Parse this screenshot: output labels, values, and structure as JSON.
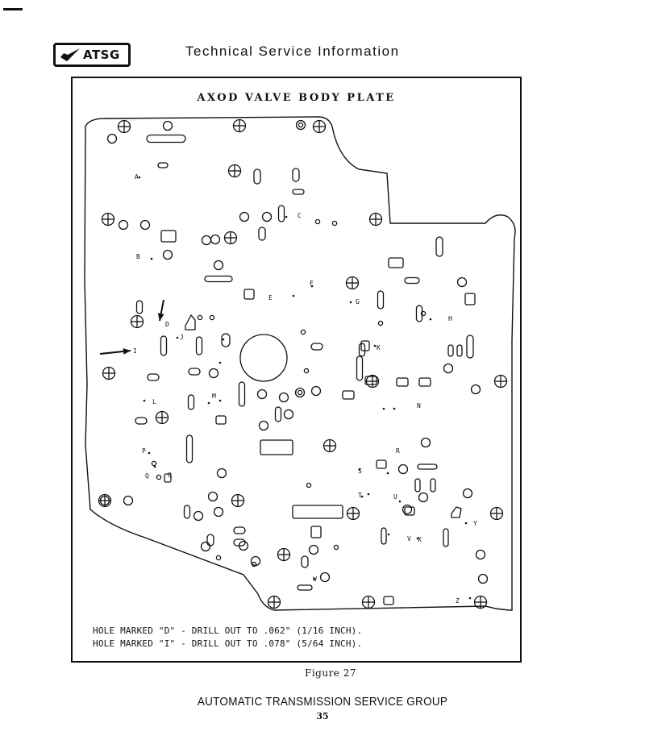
{
  "header": {
    "logo_text": "ATSG",
    "title": "Technical Service Information"
  },
  "figure": {
    "title": "AXOD VALVE BODY PLATE",
    "hole_labels": [
      "A",
      "B",
      "C",
      "D",
      "E",
      "F",
      "G",
      "H",
      "I",
      "J",
      "K",
      "L",
      "M",
      "N",
      "O",
      "P",
      "Q",
      "R",
      "S",
      "T",
      "U",
      "V",
      "W",
      "X",
      "Y",
      "Z"
    ],
    "notes": [
      "HOLE MARKED \"D\" - DRILL OUT TO .062\" (1/16 INCH).",
      "HOLE MARKED \"I\" - DRILL OUT TO .078\" (5/64 INCH)."
    ],
    "caption": "Figure 27"
  },
  "footer": {
    "organization": "AUTOMATIC TRANSMISSION SERVICE GROUP",
    "page_number": "35"
  }
}
